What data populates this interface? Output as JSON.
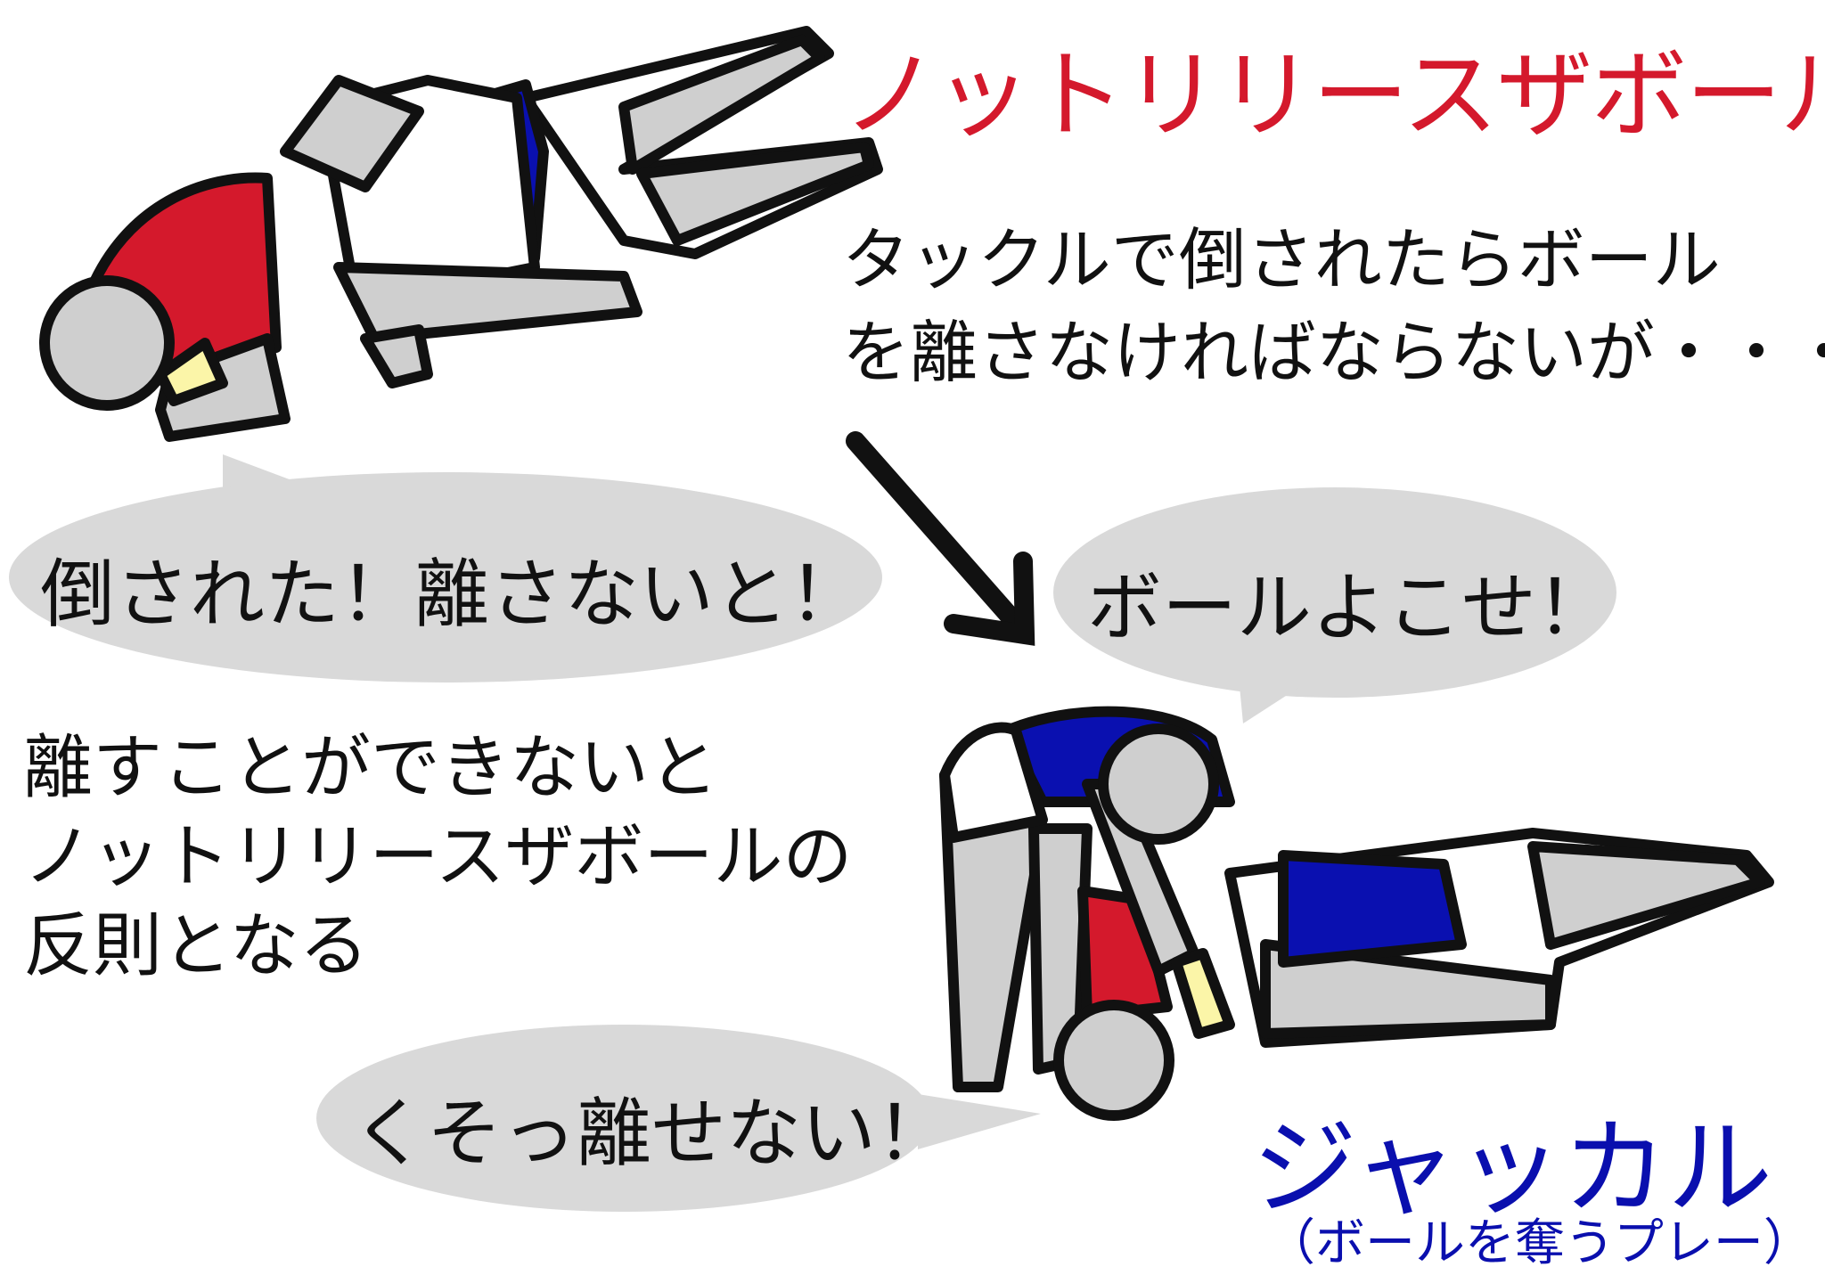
{
  "title": "ノットリリースザボール",
  "description": {
    "lines": [
      "タックルで倒されたらボール",
      "を離さなければならないが・・・"
    ]
  },
  "bubbles": {
    "tackled_player": "倒された！離さないと！",
    "jackal_player": "ボールよこせ！",
    "held_player": "くそっ離せない！"
  },
  "explanation": {
    "lines": [
      "離すことができないと",
      "ノットリリースザボールの",
      "反則となる"
    ]
  },
  "jackal": {
    "label": "ジャッカル",
    "sublabel": "（ボールを奪うプレー）"
  },
  "colors": {
    "title": "#d4192c",
    "jackal": "#0a0fae",
    "red_jersey": "#d4192c",
    "blue_jersey": "#0a10b0",
    "skin_gray": "#cfcfcf",
    "ball": "#fbf5a8",
    "bubble": "#d9d9d9"
  }
}
